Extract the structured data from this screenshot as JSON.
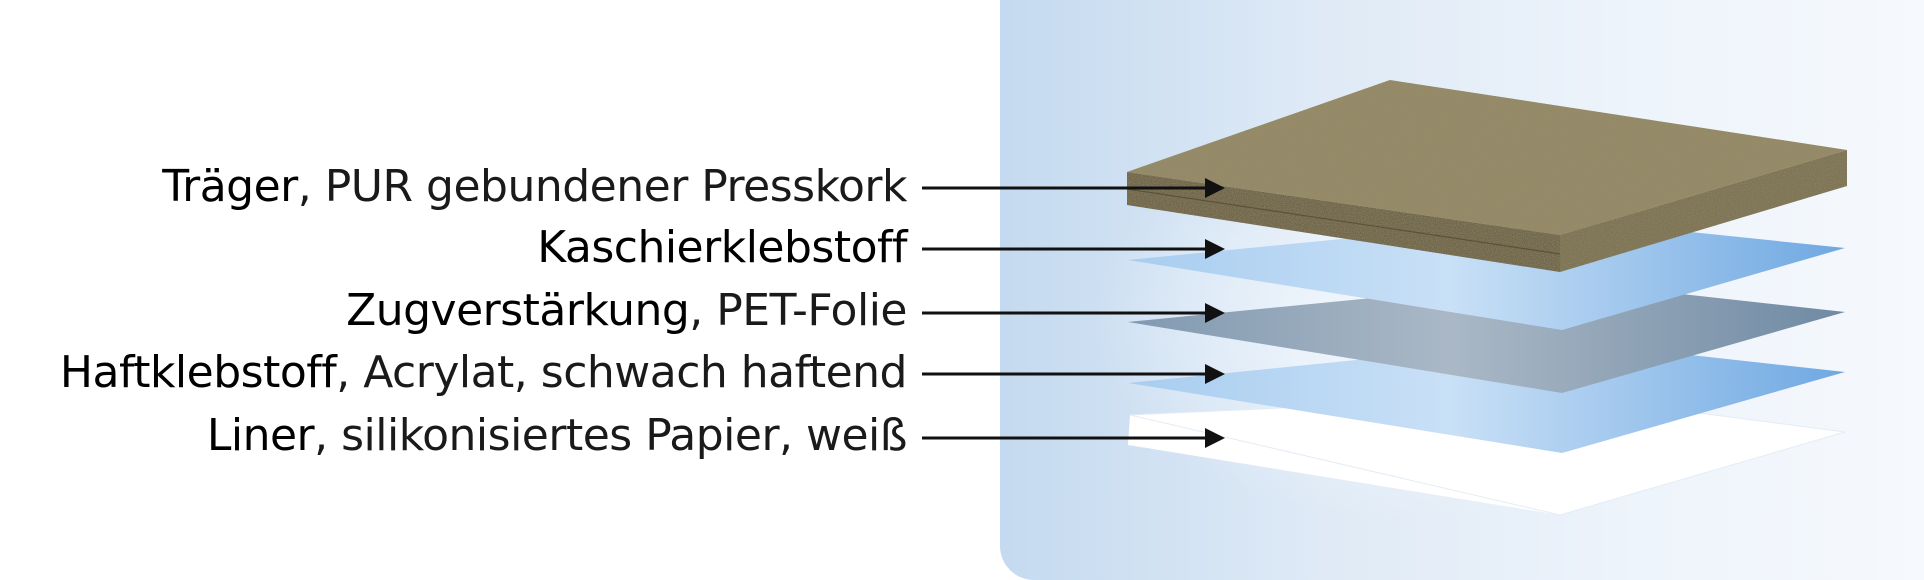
{
  "labels": [
    {
      "key": "Träger",
      "detail": ", PUR gebundener Presskork"
    },
    {
      "key": "Kaschierklebstoff",
      "detail": ""
    },
    {
      "key": "Zugverstärkung",
      "detail": ", PET-Folie"
    },
    {
      "key": "Haftklebstoff",
      "detail": ", Acrylat, schwach haftend"
    },
    {
      "key": "Liner",
      "detail": ", silikonisiertes Papier, weiß"
    }
  ],
  "colors": {
    "cork": "#8f8462",
    "adhesive": "#8dbce8",
    "pet_film": "#7d93a8",
    "liner": "#ffffff",
    "panel": "#d6e6f5",
    "arrow": "#111111"
  }
}
